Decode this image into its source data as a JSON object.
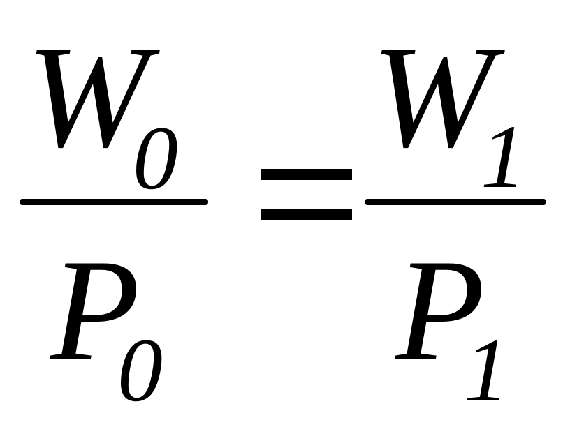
{
  "equation": {
    "left_fraction": {
      "numerator": {
        "symbol": "W",
        "subscript": "0"
      },
      "denominator": {
        "symbol": "P",
        "subscript": "0"
      }
    },
    "operator": "=",
    "right_fraction": {
      "numerator": {
        "symbol": "W",
        "subscript": "1"
      },
      "denominator": {
        "symbol": "P",
        "subscript": "1"
      }
    }
  }
}
